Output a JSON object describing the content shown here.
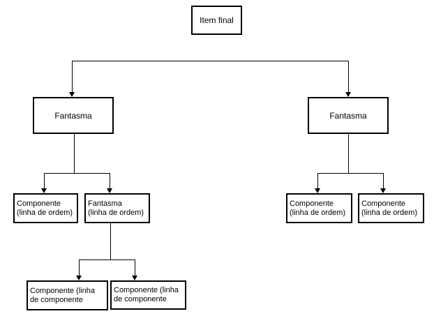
{
  "diagram": {
    "background_color": "#ffffff",
    "line_color": "#000000",
    "box_border_color": "#000000",
    "text_color": "#000000",
    "nodes": {
      "item_final": {
        "label": "Item final"
      },
      "fantasma_left": {
        "label": "Fantasma"
      },
      "fantasma_right": {
        "label": "Fantasma"
      },
      "componente_ordem_left": {
        "line1": "Componente",
        "line2": "(linha de ordem)"
      },
      "fantasma_ordem": {
        "line1": "Fantasma",
        "line2": "(linha de ordem)"
      },
      "componente_ordem_right_1": {
        "line1": "Componente",
        "line2": "(linha de ordem)"
      },
      "componente_ordem_right_2": {
        "line1": "Componente",
        "line2": "(linha de ordem)"
      },
      "componente_componente_left": {
        "line1": "Componente (linha",
        "line2": "de componente"
      },
      "componente_componente_right": {
        "line1": "Componente (linha",
        "line2": "de componente"
      }
    },
    "edges": [
      {
        "from": "item_final",
        "to": "fantasma_left"
      },
      {
        "from": "item_final",
        "to": "fantasma_right"
      },
      {
        "from": "fantasma_left",
        "to": "componente_ordem_left"
      },
      {
        "from": "fantasma_left",
        "to": "fantasma_ordem"
      },
      {
        "from": "fantasma_right",
        "to": "componente_ordem_right_1"
      },
      {
        "from": "fantasma_right",
        "to": "componente_ordem_right_2"
      },
      {
        "from": "fantasma_ordem",
        "to": "componente_componente_left"
      },
      {
        "from": "fantasma_ordem",
        "to": "componente_componente_right"
      }
    ]
  }
}
